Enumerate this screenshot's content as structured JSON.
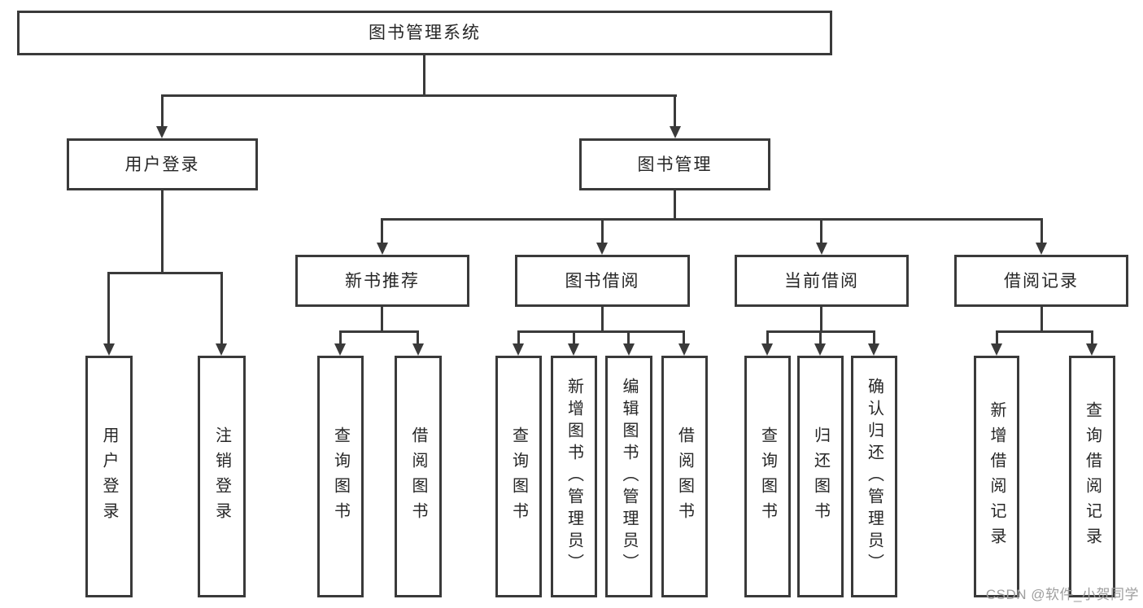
{
  "diagram": {
    "root": {
      "label": "图书管理系统"
    },
    "level2": [
      {
        "label": "用户登录"
      },
      {
        "label": "图书管理"
      }
    ],
    "level3": [
      {
        "label": "新书推荐"
      },
      {
        "label": "图书借阅"
      },
      {
        "label": "当前借阅"
      },
      {
        "label": "借阅记录"
      }
    ],
    "leaves": {
      "user_login": [
        "用户登录",
        "注销登录"
      ],
      "new_books": [
        "查询图书",
        "借阅图书"
      ],
      "book_borrow": [
        "查询图书",
        "新增图书（管理员）",
        "编辑图书（管理员）",
        "借阅图书"
      ],
      "current_borrow": [
        "查询图书",
        "归还图书",
        "确认归还（管理员）"
      ],
      "borrow_records": [
        "新增借阅记录",
        "查询借阅记录"
      ]
    }
  },
  "watermark": {
    "text": "CSDN @软件_小贺同学"
  },
  "colors": {
    "line": "#3a3a3a",
    "text": "#262626",
    "watermark": "#9e9e9e",
    "background": "#ffffff"
  }
}
